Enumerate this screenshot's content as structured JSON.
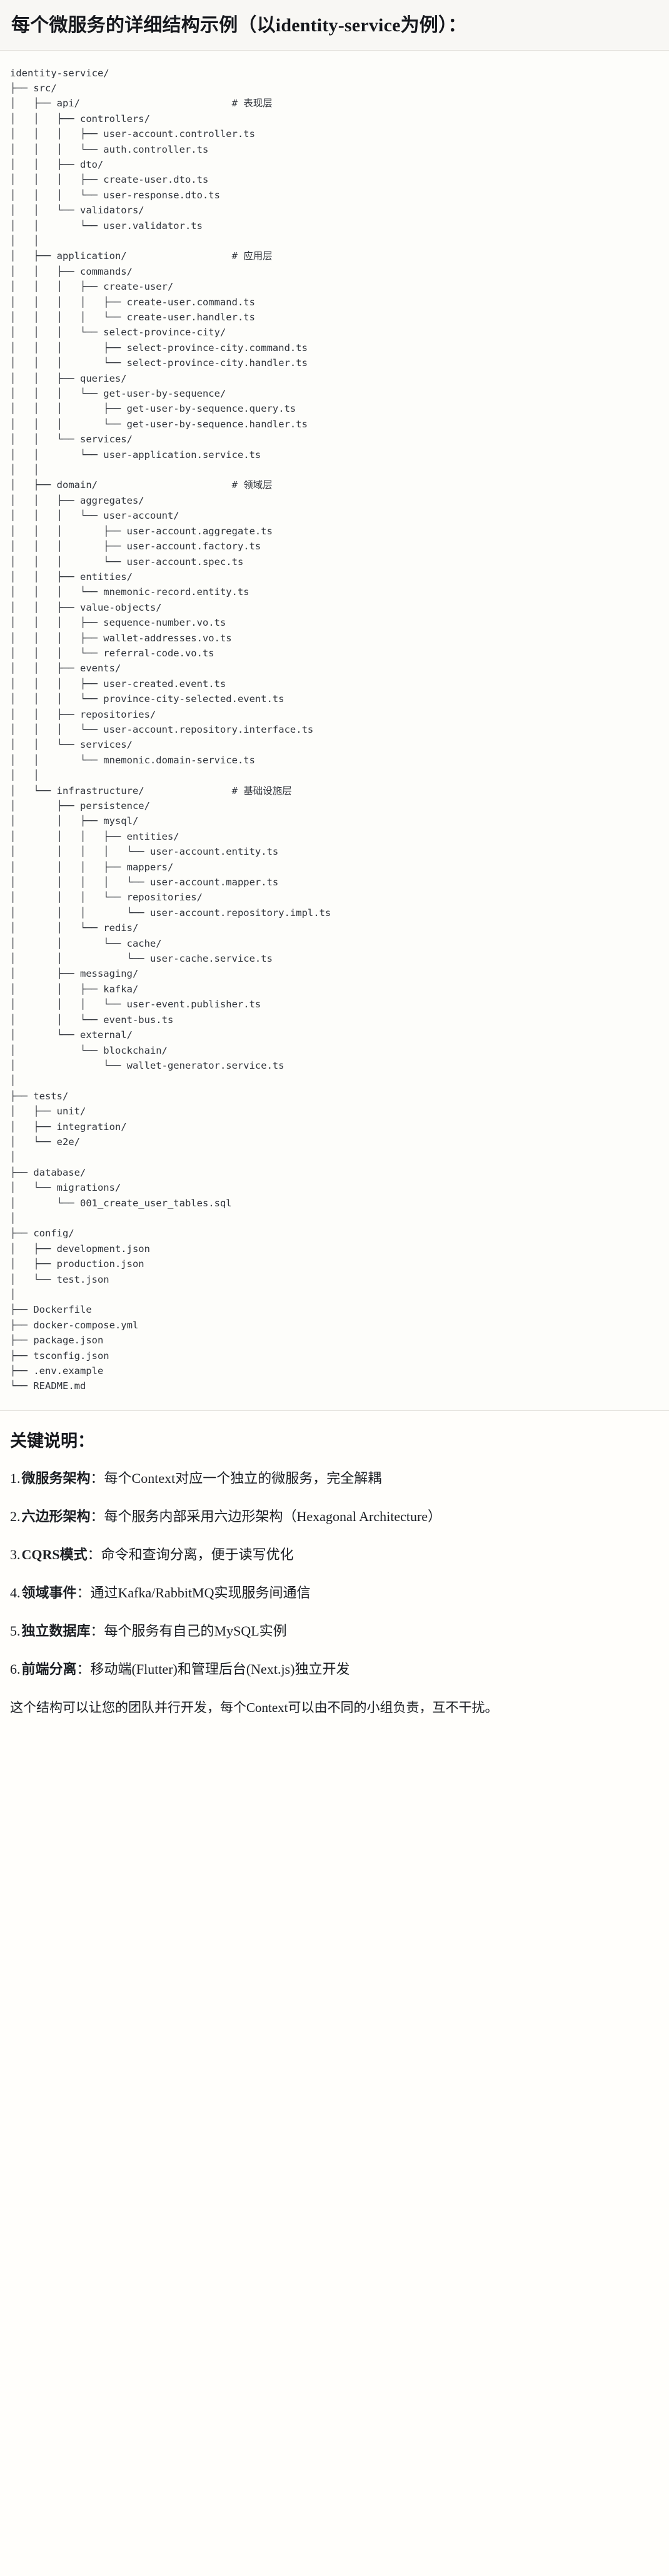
{
  "header": {
    "title": "每个微服务的详细结构示例（以identity-service为例）："
  },
  "tree": {
    "root": "identity-service/",
    "comments": {
      "api": "# 表现层",
      "application": "# 应用层",
      "domain": "# 领域层",
      "infrastructure": "# 基础设施层"
    },
    "text": "identity-service/\n├── src/\n│   ├── api/                          # 表现层\n│   │   ├── controllers/\n│   │   │   ├── user-account.controller.ts\n│   │   │   └── auth.controller.ts\n│   │   ├── dto/\n│   │   │   ├── create-user.dto.ts\n│   │   │   └── user-response.dto.ts\n│   │   └── validators/\n│   │       └── user.validator.ts\n│   │\n│   ├── application/                  # 应用层\n│   │   ├── commands/\n│   │   │   ├── create-user/\n│   │   │   │   ├── create-user.command.ts\n│   │   │   │   └── create-user.handler.ts\n│   │   │   └── select-province-city/\n│   │   │       ├── select-province-city.command.ts\n│   │   │       └── select-province-city.handler.ts\n│   │   ├── queries/\n│   │   │   └── get-user-by-sequence/\n│   │   │       ├── get-user-by-sequence.query.ts\n│   │   │       └── get-user-by-sequence.handler.ts\n│   │   └── services/\n│   │       └── user-application.service.ts\n│   │\n│   ├── domain/                       # 领域层\n│   │   ├── aggregates/\n│   │   │   └── user-account/\n│   │   │       ├── user-account.aggregate.ts\n│   │   │       ├── user-account.factory.ts\n│   │   │       └── user-account.spec.ts\n│   │   ├── entities/\n│   │   │   └── mnemonic-record.entity.ts\n│   │   ├── value-objects/\n│   │   │   ├── sequence-number.vo.ts\n│   │   │   ├── wallet-addresses.vo.ts\n│   │   │   └── referral-code.vo.ts\n│   │   ├── events/\n│   │   │   ├── user-created.event.ts\n│   │   │   └── province-city-selected.event.ts\n│   │   ├── repositories/\n│   │   │   └── user-account.repository.interface.ts\n│   │   └── services/\n│   │       └── mnemonic.domain-service.ts\n│   │\n│   └── infrastructure/               # 基础设施层\n│       ├── persistence/\n│       │   ├── mysql/\n│       │   │   ├── entities/\n│       │   │   │   └── user-account.entity.ts\n│       │   │   ├── mappers/\n│       │   │   │   └── user-account.mapper.ts\n│       │   │   └── repositories/\n│       │   │       └── user-account.repository.impl.ts\n│       │   └── redis/\n│       │       └── cache/\n│       │           └── user-cache.service.ts\n│       ├── messaging/\n│       │   ├── kafka/\n│       │   │   └── user-event.publisher.ts\n│       │   └── event-bus.ts\n│       └── external/\n│           └── blockchain/\n│               └── wallet-generator.service.ts\n│\n├── tests/\n│   ├── unit/\n│   ├── integration/\n│   └── e2e/\n│\n├── database/\n│   └── migrations/\n│       └── 001_create_user_tables.sql\n│\n├── config/\n│   ├── development.json\n│   ├── production.json\n│   └── test.json\n│\n├── Dockerfile\n├── docker-compose.yml\n├── package.json\n├── tsconfig.json\n├── .env.example\n└── README.md"
  },
  "notes": {
    "title": "关键说明：",
    "items": [
      {
        "index": "1.",
        "term": "微服务架构",
        "sep": "：",
        "desc": "每个Context对应一个独立的微服务，完全解耦"
      },
      {
        "index": "2.",
        "term": "六边形架构",
        "sep": "：",
        "desc": "每个服务内部采用六边形架构（Hexagonal Architecture）"
      },
      {
        "index": "3.",
        "term": "CQRS模式",
        "sep": "：",
        "desc": "命令和查询分离，便于读写优化"
      },
      {
        "index": "4.",
        "term": "领域事件",
        "sep": "：",
        "desc": "通过Kafka/RabbitMQ实现服务间通信"
      },
      {
        "index": "5.",
        "term": "独立数据库",
        "sep": "：",
        "desc": "每个服务有自己的MySQL实例"
      },
      {
        "index": "6.",
        "term": "前端分离",
        "sep": "：",
        "desc": "移动端(Flutter)和管理后台(Next.js)独立开发"
      }
    ],
    "closing": "这个结构可以让您的团队并行开发，每个Context可以由不同的小组负责，互不干扰。"
  },
  "colors": {
    "page_bg": "#fffefb",
    "header_bg": "#f8f7f4",
    "code_bg": "#fdfdfa",
    "border": "#e3e1dc",
    "text": "#1f2328",
    "comment": "#6a7078"
  }
}
